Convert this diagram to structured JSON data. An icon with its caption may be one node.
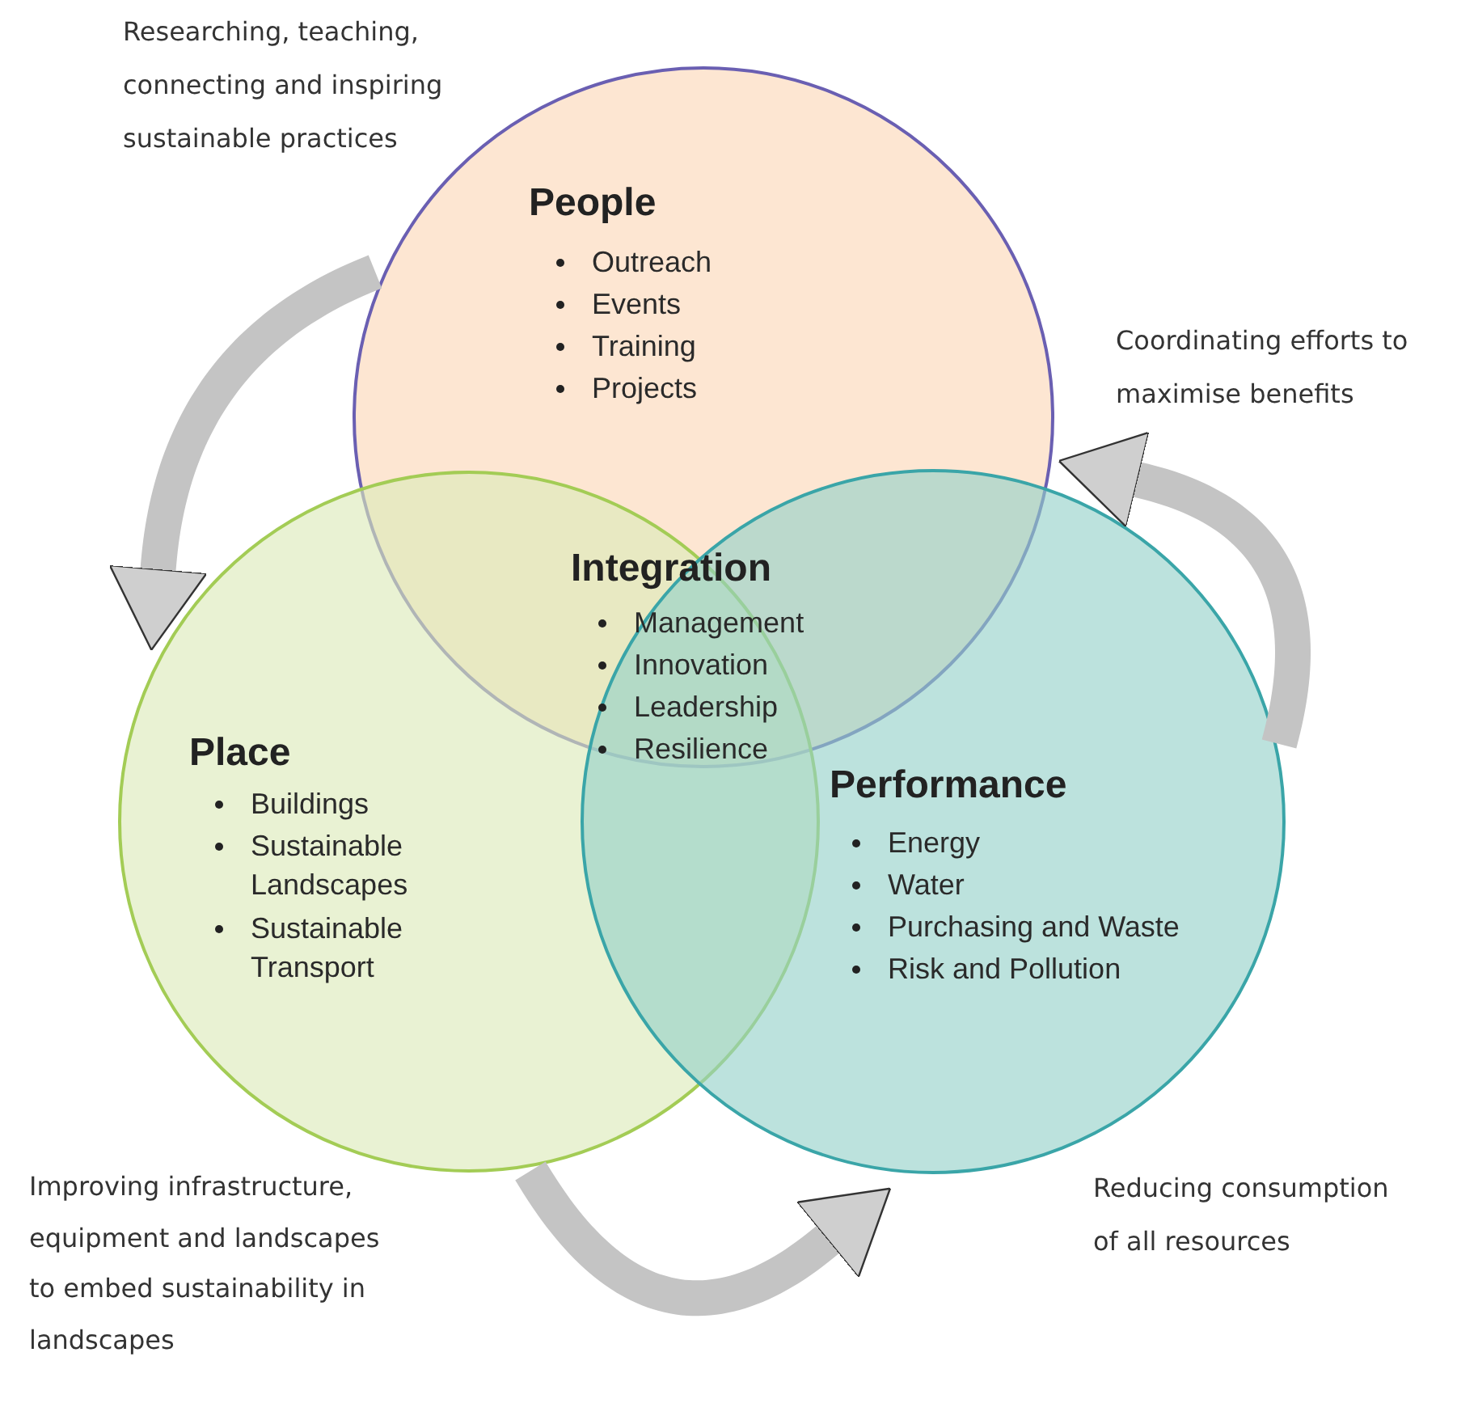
{
  "diagram": {
    "nodes": [
      {
        "text": [
          "People",
          "Outreach",
          "Events",
          "Training",
          "Projects"
        ]
      },
      {
        "text": [
          "Place",
          "Buildings",
          "Sustainable Landscapes",
          "Sustainable Transport"
        ]
      },
      {
        "text": [
          "Performance",
          "Energy",
          "Water",
          "Purchasing and Waste",
          "Risk and Pollution"
        ]
      }
    ],
    "edges": [
      {
        "from": 0,
        "to": 1,
        "arrow": "to"
      },
      {
        "from": 1,
        "to": 2,
        "arrow": "to"
      },
      {
        "from": 2,
        "to": 0,
        "arrow": "to"
      }
    ],
    "labels": [
      "Researching,  teaching, connecting and inspiring sustainable practices",
      "Coordinating efforts to maximise benefits",
      "Integration",
      "Management",
      "Innovation",
      "Leadership",
      "Resilience",
      "Improving infrastructure, equipment and landscapes to embed sustainability in landscapes",
      "Reducing consumption of all resources"
    ]
  }
}
